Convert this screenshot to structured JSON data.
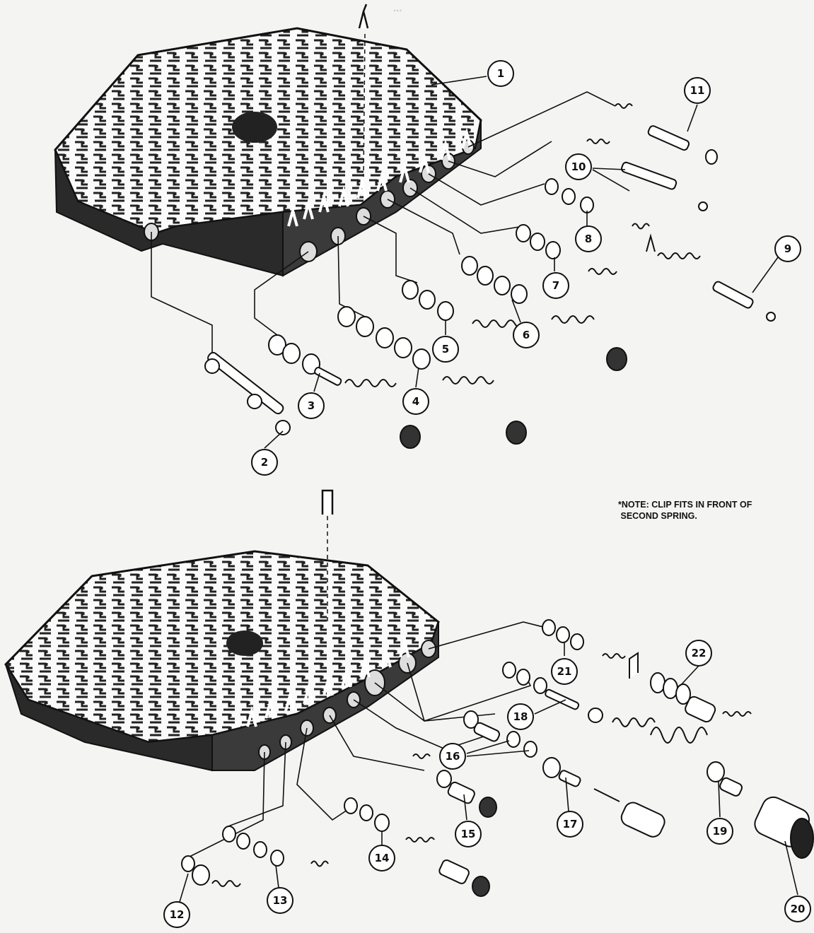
{
  "note": {
    "line1": "*NOTE: CLIP FITS IN FRONT OF",
    "line2": "SECOND SPRING."
  },
  "callouts": [
    "1",
    "2",
    "3",
    "4",
    "5",
    "6",
    "7",
    "8",
    "9",
    "10",
    "11",
    "12",
    "13",
    "14",
    "15",
    "16",
    "17",
    "18",
    "19",
    "20",
    "21",
    "22"
  ],
  "colors": {
    "ink": "#111111",
    "background": "#f4f4f2",
    "ghost": "#c9c9c6"
  }
}
